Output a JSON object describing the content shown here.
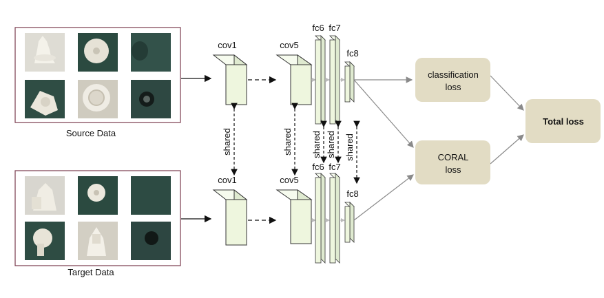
{
  "source": {
    "caption": "Source Data",
    "thumbs": [
      "source-image-1",
      "source-image-2",
      "source-image-3",
      "source-image-4",
      "source-image-5",
      "source-image-6"
    ]
  },
  "target": {
    "caption": "Target Data",
    "thumbs": [
      "target-image-1",
      "target-image-2",
      "target-image-3",
      "target-image-4",
      "target-image-5",
      "target-image-6"
    ]
  },
  "layers": {
    "cov1": "cov1",
    "cov5": "cov5",
    "fc6": "fc6",
    "fc7": "fc7",
    "fc8": "fc8"
  },
  "shared_label": "shared",
  "losses": {
    "classification": [
      "classification",
      "loss"
    ],
    "coral": [
      "CORAL",
      "loss"
    ],
    "total": "Total loss"
  },
  "colors": {
    "frame": "#7a3b4e",
    "cube_front": "#eef6de",
    "cube_side": "#dfead0",
    "cube_top": "#f6fbee",
    "cube_stroke": "#333333",
    "loss_box": "#e2dcc4",
    "connector": "#8a8a8a"
  }
}
